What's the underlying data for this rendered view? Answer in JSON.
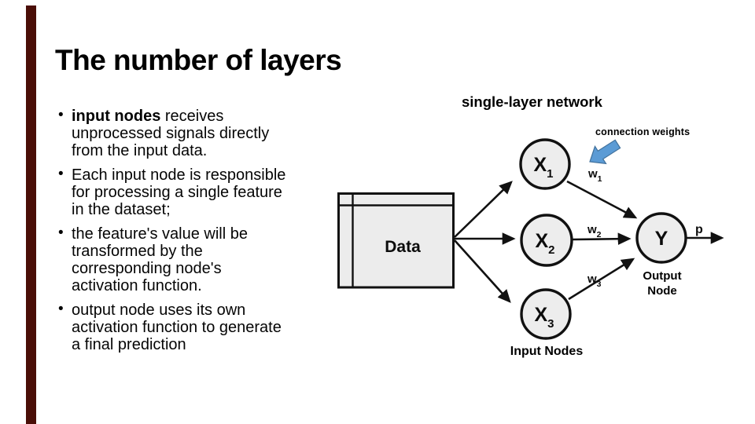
{
  "slide": {
    "title": "The number of layers",
    "accent_bar_color": "#4a0e07",
    "bullets": [
      {
        "bold": "input nodes",
        "text": " receives\nunprocessed signals directly\nfrom the input data."
      },
      {
        "bold": "",
        "text": "Each input node is responsible\nfor processing a single feature\nin the dataset;"
      },
      {
        "bold": "",
        "text": "the feature's value will be\ntransformed by the\ncorresponding node's\nactivation function."
      },
      {
        "bold": "",
        "text": "output node uses its own\nactivation function to generate\na final prediction"
      }
    ]
  },
  "diagram": {
    "heading": "single-layer network",
    "annotation": "connection weights",
    "data_box_label": "Data",
    "node_x1": {
      "t": "X",
      "sub": "1"
    },
    "node_x2": {
      "t": "X",
      "sub": "2"
    },
    "node_x3": {
      "t": "X",
      "sub": "3"
    },
    "node_y": {
      "t": "Y",
      "sub": ""
    },
    "weight_w1": {
      "t": "w",
      "sub": "1"
    },
    "weight_w2": {
      "t": "w",
      "sub": "2"
    },
    "weight_w3": {
      "t": "w",
      "sub": "3"
    },
    "output_label": "p",
    "output_node_caption": "Output\nNode",
    "input_nodes_caption": "Input Nodes",
    "colors": {
      "node_fill": "#ededed",
      "stroke": "#111111",
      "blue_arrow_fill": "#5b9bd5",
      "blue_arrow_stroke": "#41719c"
    }
  }
}
